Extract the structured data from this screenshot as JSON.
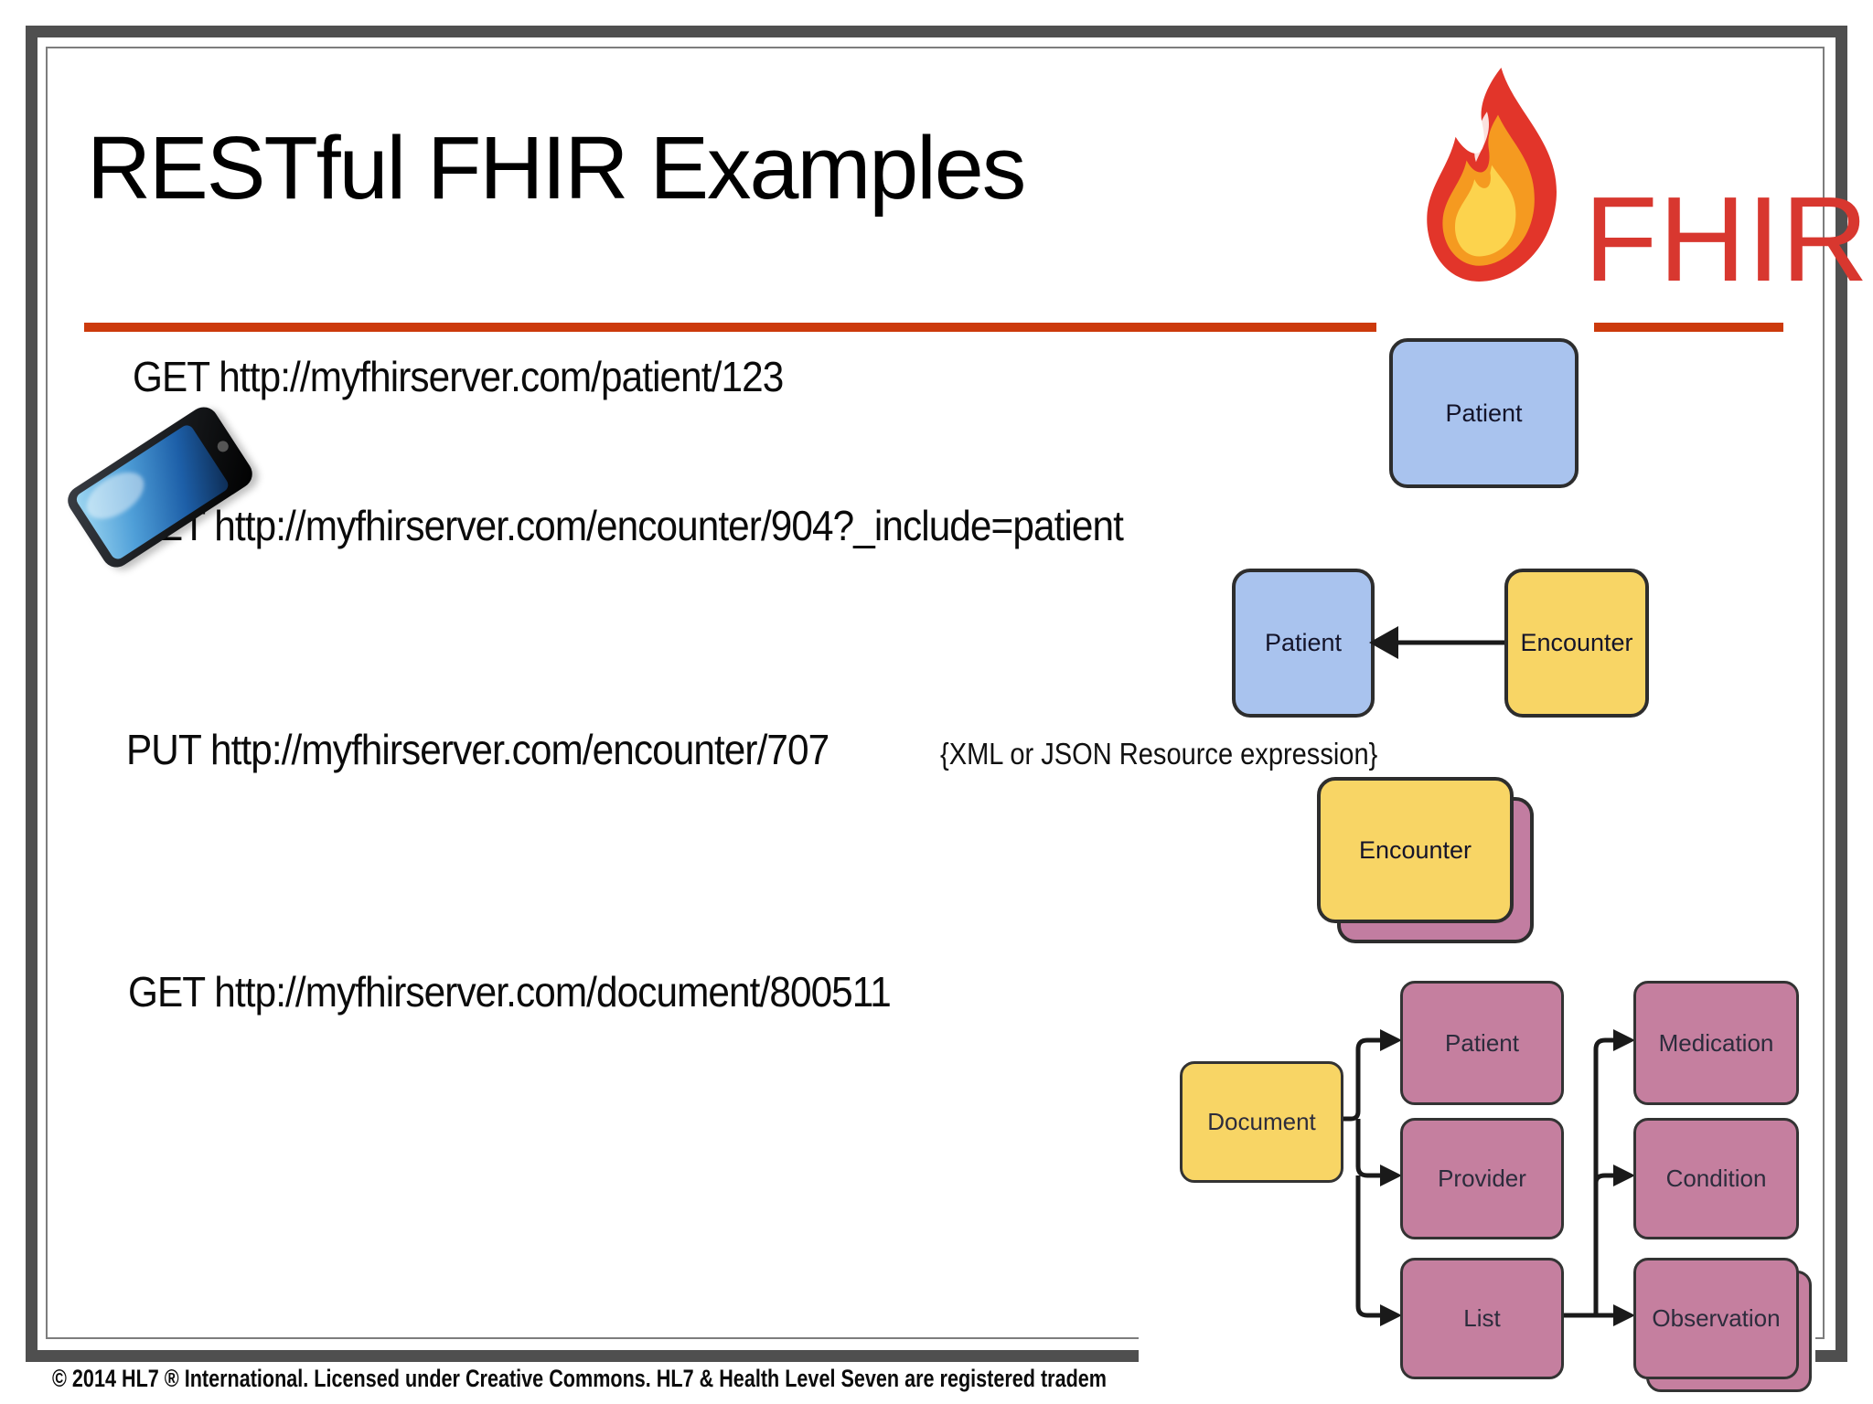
{
  "slide": {
    "title": "RESTful FHIR Examples",
    "footer": "© 2014 HL7 ® International. Licensed under Creative Commons. HL7 & Health Level Seven are registered tradem"
  },
  "logo": {
    "word": "FHIR",
    "flame_icon": "flame-icon"
  },
  "requests": {
    "r1": "GET http://myfhirserver.com/patient/123",
    "r2": "GET http://myfhirserver.com/encounter/904?_include=patient",
    "r3": "PUT http://myfhirserver.com/encounter/707",
    "r3_annotation": "{XML or JSON Resource expression}",
    "r4": "GET http://myfhirserver.com/document/800511"
  },
  "boxes": {
    "patient_single": "Patient",
    "patient_linked": "Patient",
    "encounter_linked": "Encounter",
    "encounter_stack": "Encounter"
  },
  "diagram": {
    "document": "Document",
    "patient": "Patient",
    "provider": "Provider",
    "list": "List",
    "medication": "Medication",
    "condition": "Condition",
    "observation": "Observation"
  },
  "colors": {
    "rule_red": "#cc3a0c",
    "fhir_red": "#d8372f",
    "frame_gray": "#4f4f4f",
    "resource_blue": "#a9c3ee",
    "resource_yellow": "#f8d565",
    "resource_pink": "#c57f9f"
  }
}
